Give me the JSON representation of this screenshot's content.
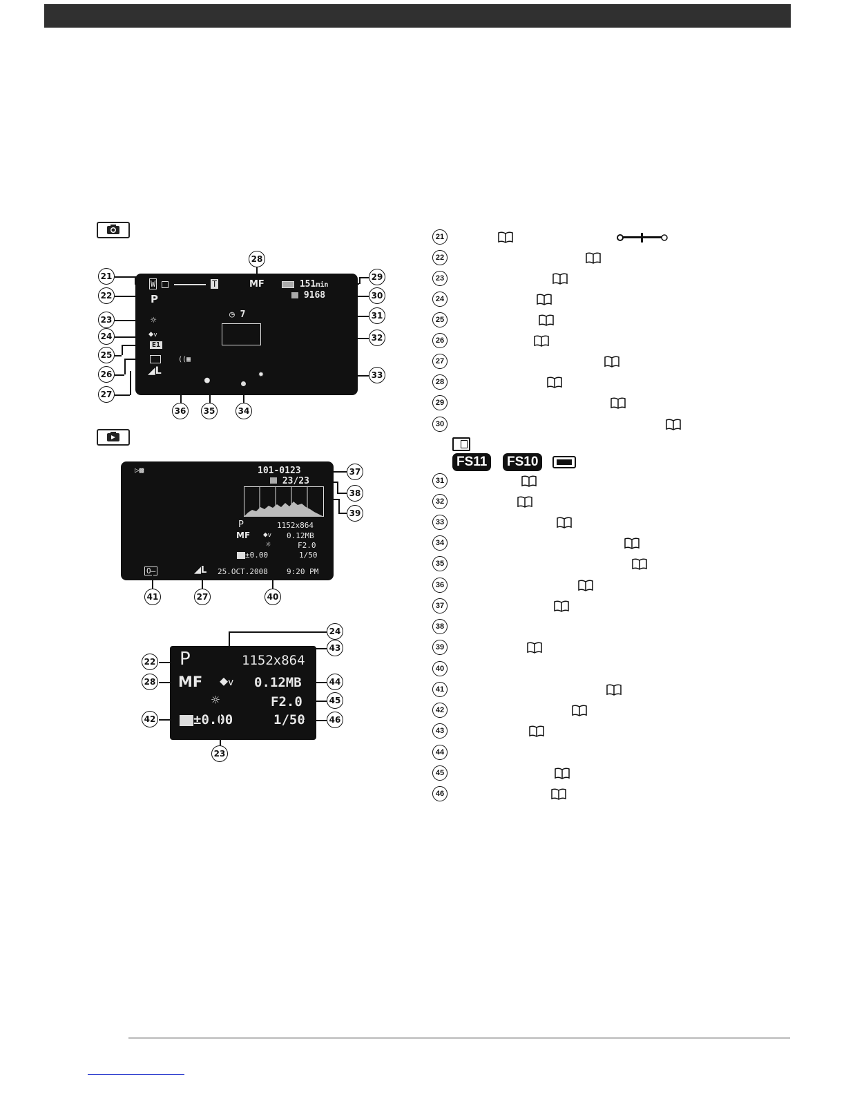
{
  "record_screen": {
    "zoom_w": "W",
    "zoom_t": "T",
    "mode": "P",
    "focus": "MF",
    "battery_time": "151",
    "battery_unit": "min",
    "remaining_shots": "9168",
    "self_timer": "7",
    "white_balance_badge": "E1"
  },
  "playback_screen": {
    "file_number": "101-0123",
    "image_count": "23/23",
    "mode": "P",
    "resolution": "1152x864",
    "focus": "MF",
    "file_size": "0.12MB",
    "aperture": "F2.0",
    "exposure": "±0.00",
    "shutter": "1/50",
    "date": "25.OCT.2008",
    "time": "9:20 PM"
  },
  "detail_screen": {
    "mode": "P",
    "focus": "MF",
    "resolution": "1152x864",
    "file_size": "0.12MB",
    "aperture": "F2.0",
    "exposure": "±0.00",
    "shutter": "1/50"
  },
  "callouts": {
    "c21": "21",
    "c22": "22",
    "c23": "23",
    "c24": "24",
    "c25": "25",
    "c26": "26",
    "c27": "27",
    "c28": "28",
    "c29": "29",
    "c30": "30",
    "c31": "31",
    "c32": "32",
    "c33": "33",
    "c34": "34",
    "c35": "35",
    "c36": "36",
    "c37": "37",
    "c38": "38",
    "c39": "39",
    "c40": "40",
    "c41": "41",
    "c42": "42",
    "c43": "43",
    "c44": "44",
    "c45": "45",
    "c46": "46"
  },
  "reference_list": [
    "21",
    "22",
    "23",
    "24",
    "25",
    "26",
    "27",
    "28",
    "29",
    "30",
    "31",
    "32",
    "33",
    "34",
    "35",
    "36",
    "37",
    "38",
    "39",
    "40",
    "41",
    "42",
    "43",
    "44",
    "45",
    "46"
  ],
  "badges": {
    "fs11": "FS11",
    "fs10": "FS10"
  }
}
